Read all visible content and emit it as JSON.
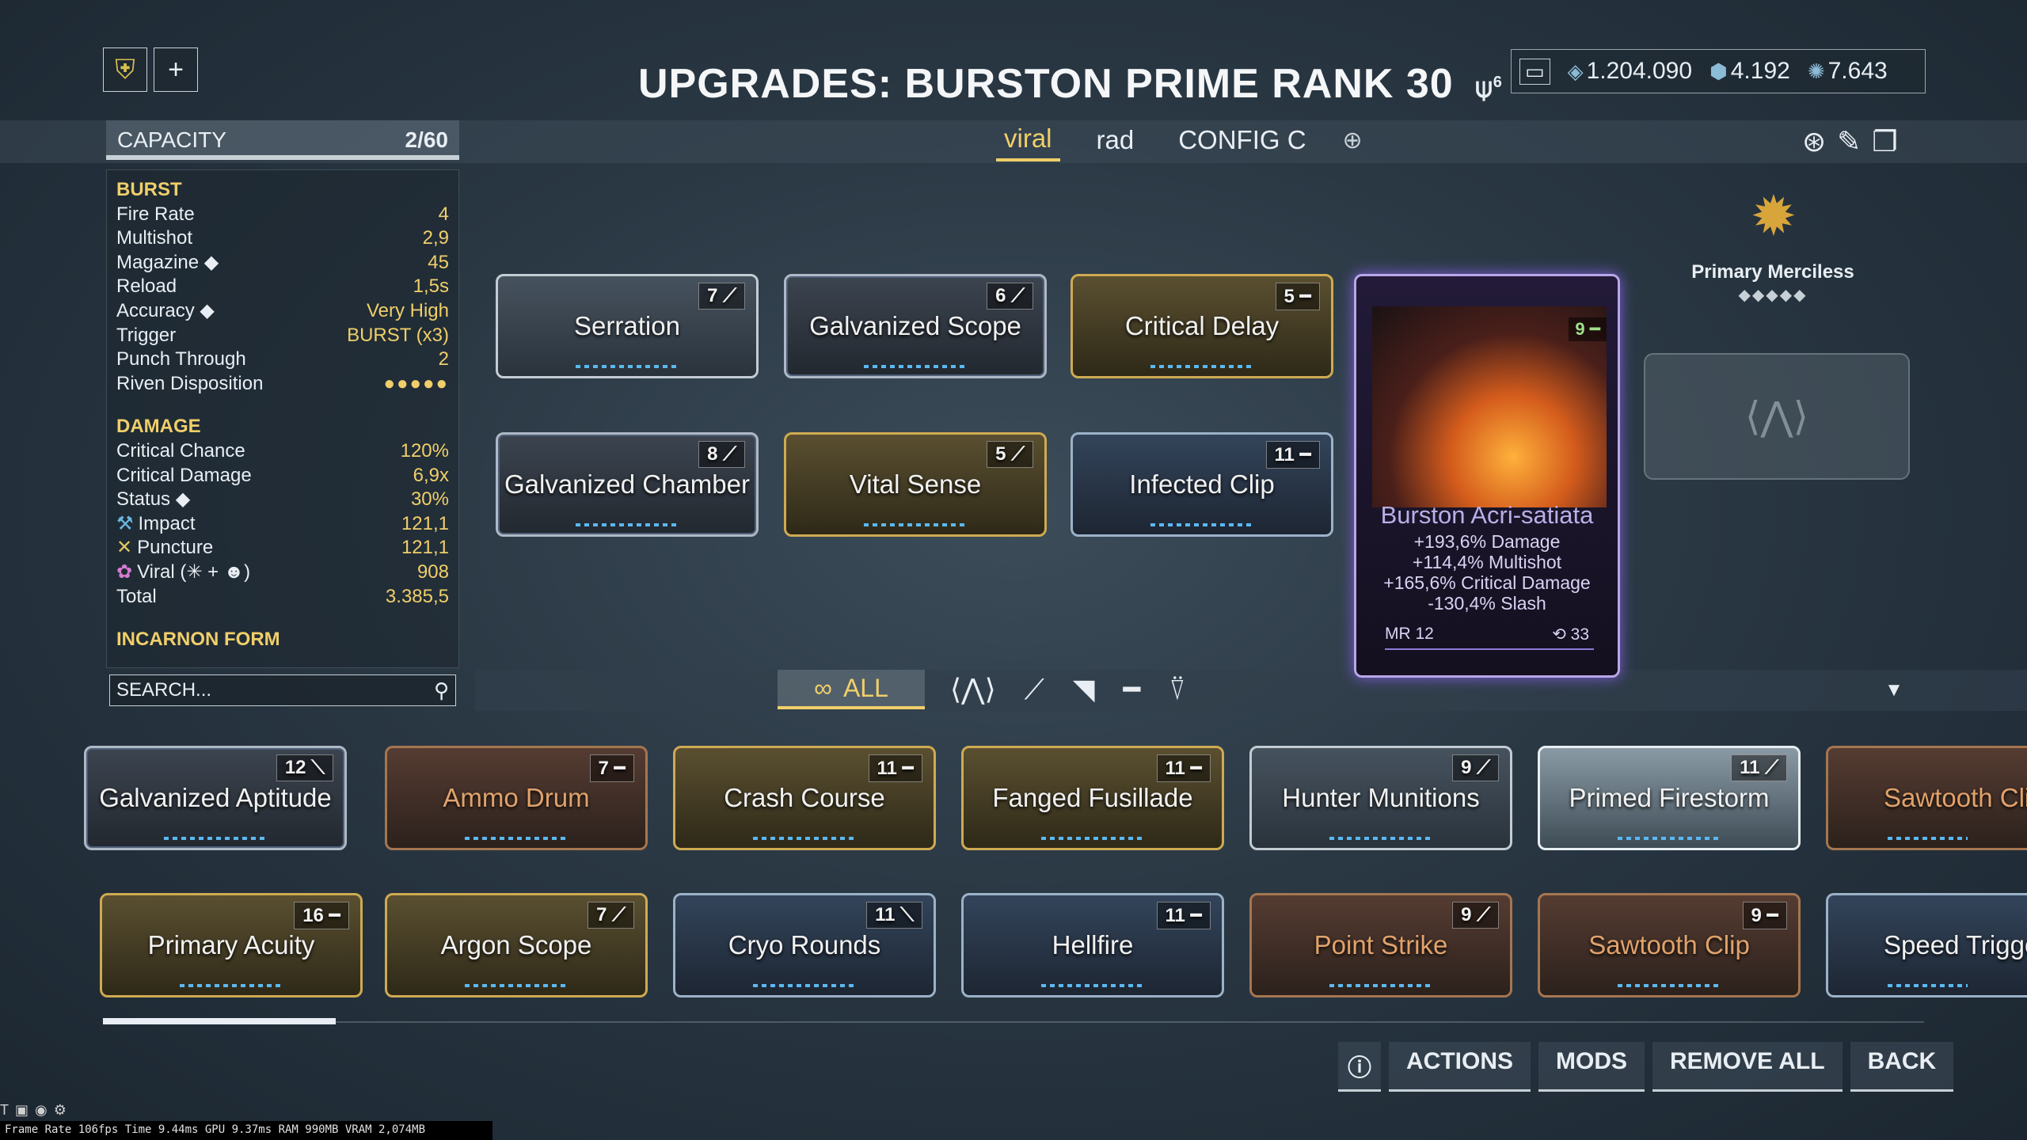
{
  "header": {
    "title": "UPGRADES: BURSTON PRIME RANK 30",
    "title_badge": "6",
    "add_button": "+",
    "currency": {
      "credits": "1.204.090",
      "endo": "4.192",
      "kuva": "7.643"
    }
  },
  "capacity": {
    "label": "CAPACITY",
    "value": "2/60"
  },
  "tabs": [
    {
      "label": "viral",
      "active": true
    },
    {
      "label": "rad",
      "active": false
    },
    {
      "label": "CONFIG C",
      "active": false
    }
  ],
  "stats": {
    "burst_title": "BURST",
    "burst": [
      {
        "label": "Fire Rate",
        "value": "4"
      },
      {
        "label": "Multishot",
        "value": "2,9"
      },
      {
        "label": "Magazine ◆",
        "value": "45"
      },
      {
        "label": "Reload",
        "value": "1,5s"
      },
      {
        "label": "Accuracy ◆",
        "value": "Very High"
      },
      {
        "label": "Trigger",
        "value": "BURST (x3)"
      },
      {
        "label": "Punch Through",
        "value": "2"
      },
      {
        "label": "Riven Disposition",
        "value": "●●●●●"
      }
    ],
    "damage_title": "DAMAGE",
    "damage": [
      {
        "label": "Critical Chance",
        "value": "120%"
      },
      {
        "label": "Critical Damage",
        "value": "6,9x"
      },
      {
        "label": "Status ◆",
        "value": "30%"
      },
      {
        "label": "Impact",
        "value": "121,1"
      },
      {
        "label": "Puncture",
        "value": "121,1"
      },
      {
        "label": "Viral (✳ + ☻)",
        "value": "908"
      },
      {
        "label": "Total",
        "value": "3.385,5"
      }
    ],
    "incarnon_title": "INCARNON FORM"
  },
  "search": {
    "placeholder": "SEARCH..."
  },
  "filter": {
    "all_label": "ALL",
    "dropdown": "▼"
  },
  "equipped_mods": [
    {
      "name": "Serration",
      "cap": "7 ⟋",
      "style": "m-silver"
    },
    {
      "name": "Galvanized Scope",
      "cap": "6 ⟋",
      "style": "m-gal"
    },
    {
      "name": "Critical Delay",
      "cap": "5 ━",
      "style": "m-gold"
    },
    {
      "name": "Galvanized Chamber",
      "cap": "8 ⟋",
      "style": "m-gal"
    },
    {
      "name": "Vital Sense",
      "cap": "5 ⟋",
      "style": "m-gold"
    },
    {
      "name": "Infected Clip",
      "cap": "11 ━",
      "style": "m-blue"
    }
  ],
  "riven": {
    "name": "Burston Acri-satiata",
    "cap": "9 ━",
    "stats": [
      "+193,6% Damage",
      "+114,4% Multishot",
      "+165,6% Critical Damage",
      "-130,4% Slash"
    ],
    "mr": "MR 12",
    "rolls": "⟲ 33"
  },
  "aura": {
    "name": "Primary Merciless",
    "rank": "◆◆◆◆◆"
  },
  "inventory_mods": [
    {
      "name": "Galvanized Aptitude",
      "cap": "12 ⟍",
      "style": "m-gal"
    },
    {
      "name": "Ammo Drum",
      "cap": "7 ━",
      "style": "m-bronze"
    },
    {
      "name": "Crash Course",
      "cap": "11 ━",
      "style": "m-gold"
    },
    {
      "name": "Fanged Fusillade",
      "cap": "11 ━",
      "style": "m-gold"
    },
    {
      "name": "Hunter Munitions",
      "cap": "9 ⟋",
      "style": "m-silver"
    },
    {
      "name": "Primed Firestorm",
      "cap": "11 ⟋",
      "style": "m-prime"
    },
    {
      "name": "Sawtooth Clip",
      "cap": "",
      "style": "m-bronze"
    },
    {
      "name": "Primary Acuity",
      "cap": "16 ━",
      "style": "m-gold"
    },
    {
      "name": "Argon Scope",
      "cap": "7 ⟋",
      "style": "m-gold"
    },
    {
      "name": "Cryo Rounds",
      "cap": "11 ⟍",
      "style": "m-blue"
    },
    {
      "name": "Hellfire",
      "cap": "11 ━",
      "style": "m-blue"
    },
    {
      "name": "Point Strike",
      "cap": "9 ⟋",
      "style": "m-bronze"
    },
    {
      "name": "Sawtooth Clip",
      "cap": "9 ━",
      "style": "m-bronze"
    },
    {
      "name": "Speed Trigger",
      "cap": "",
      "style": "m-blue"
    }
  ],
  "actions": {
    "actions": "ACTIONS",
    "mods": "MODS",
    "remove_all": "REMOVE ALL",
    "back": "BACK"
  },
  "perf": "Frame Rate 106fps Time 9.44ms GPU 9.37ms RAM 990MB VRAM 2,074MB"
}
